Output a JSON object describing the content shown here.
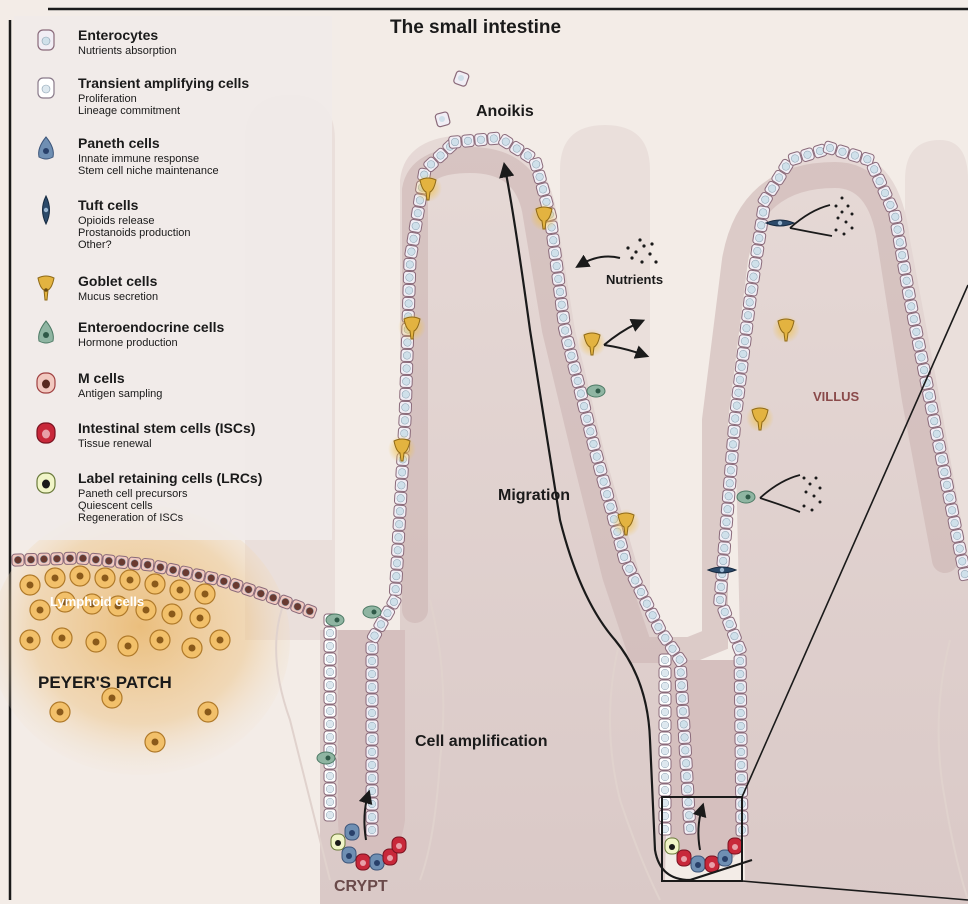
{
  "title": "The small intestine",
  "legend": [
    {
      "title": "Enterocytes",
      "lines": [
        "Nutrients absorption"
      ],
      "icon": "enterocyte-icon",
      "fill": "#f1eef5",
      "stroke": "#8a6a7a",
      "nucleus": "#cfe0ea"
    },
    {
      "title": "Transient amplifying cells",
      "lines": [
        "Proliferation",
        "Lineage commitment"
      ],
      "icon": "transient-amplifying-cell-icon",
      "fill": "#ffffff",
      "stroke": "#8a7a8a",
      "nucleus": "#dde8ef"
    },
    {
      "title": "Paneth cells",
      "lines": [
        "Innate immune response",
        "Stem cell niche maintenance"
      ],
      "icon": "paneth-cell-icon",
      "fill": "#6f8fb3",
      "stroke": "#3c557a",
      "nucleus": "#28406a"
    },
    {
      "title": "Tuft cells",
      "lines": [
        "Opioids release",
        "Prostanoids production",
        "Other?"
      ],
      "icon": "tuft-cell-icon",
      "fill": "#2c4a6a",
      "stroke": "#162a40",
      "nucleus": "#9bb7d1"
    },
    {
      "title": "Goblet cells",
      "lines": [
        "Mucus secretion"
      ],
      "icon": "goblet-cell-icon",
      "fill": "#e3b340",
      "stroke": "#8f6a18",
      "nucleus": "#6a4a10"
    },
    {
      "title": "Enteroendocrine cells",
      "lines": [
        "Hormone production"
      ],
      "icon": "enteroendocrine-cell-icon",
      "fill": "#8fb5a2",
      "stroke": "#4d7a65",
      "nucleus": "#2f5a48"
    },
    {
      "title": "M cells",
      "lines": [
        "Antigen sampling"
      ],
      "icon": "m-cell-icon",
      "fill": "#f2c9c0",
      "stroke": "#a04040",
      "nucleus": "#5a2a20"
    },
    {
      "title": "Intestinal stem cells (ISCs)",
      "lines": [
        "Tissue renewal"
      ],
      "icon": "intestinal-stem-cell-icon",
      "fill": "#c8283a",
      "stroke": "#7a1220",
      "nucleus": "#e8a0a8"
    },
    {
      "title": "Label retaining cells (LRCs)",
      "lines": [
        "Paneth cell precursors",
        "Quiescent cells",
        "Regeneration of ISCs"
      ],
      "icon": "label-retaining-cell-icon",
      "fill": "#f1f5c8",
      "stroke": "#6a7a3a",
      "nucleus": "#1a1a1a"
    }
  ],
  "labels": {
    "anoikis": "Anoikis",
    "nutrients": "Nutrients",
    "villus": "VILLUS",
    "migration": "Migration",
    "lymphoid": "Lymphoid cells",
    "peyers_patch": "PEYER'S PATCH",
    "cell_amplification": "Cell amplification",
    "crypt": "CRYPT"
  },
  "colors": {
    "background": "#f3ece7",
    "villus_fill": "#e8dcd8",
    "crypt_fill": "#dccbc9",
    "lumen": "#c9b0b0",
    "enterocyte": "#f1eef5",
    "cell_outline": "#8a6a7a",
    "peyer_glow": "#e4b66a",
    "lymphoid_cell": "#f2c06a",
    "villus_label": "#8a4a4a"
  }
}
